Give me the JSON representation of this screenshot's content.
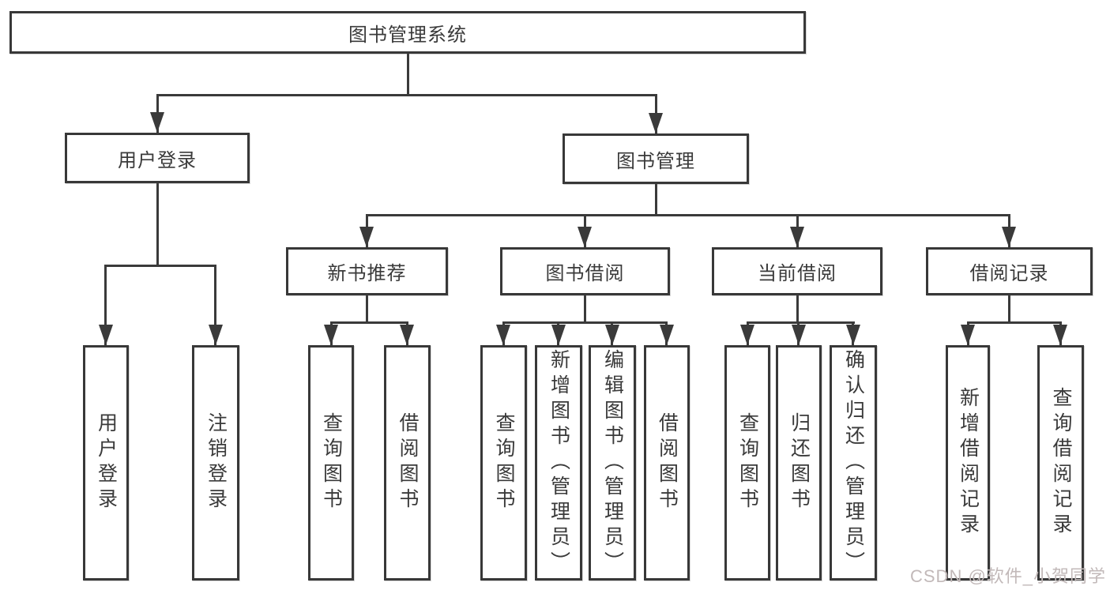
{
  "colors": {
    "line": "#3a3a3a",
    "border": "#383838",
    "text": "#3a3a3a",
    "box_background": "#ffffff",
    "page_background": "#ffffff",
    "watermark": "#c2b9b9"
  },
  "watermark": {
    "text": "CSDN @软件_小贺同学"
  },
  "tree": {
    "root": {
      "label": "图书管理系统"
    },
    "branches": [
      {
        "label": "用户登录",
        "children": [
          {
            "label": "用户登录"
          },
          {
            "label": "注销登录"
          }
        ]
      },
      {
        "label": "图书管理",
        "children": [
          {
            "label": "新书推荐",
            "children": [
              {
                "label": "查询图书"
              },
              {
                "label": "借阅图书"
              }
            ]
          },
          {
            "label": "图书借阅",
            "children": [
              {
                "label": "查询图书"
              },
              {
                "label": "新增图书（管理员）"
              },
              {
                "label": "编辑图书（管理员）"
              },
              {
                "label": "借阅图书"
              }
            ]
          },
          {
            "label": "当前借阅",
            "children": [
              {
                "label": "查询图书"
              },
              {
                "label": "归还图书"
              },
              {
                "label": "确认归还（管理员）"
              }
            ]
          },
          {
            "label": "借阅记录",
            "children": [
              {
                "label": "新增借阅记录"
              },
              {
                "label": "查询借阅记录"
              }
            ]
          }
        ]
      }
    ]
  }
}
